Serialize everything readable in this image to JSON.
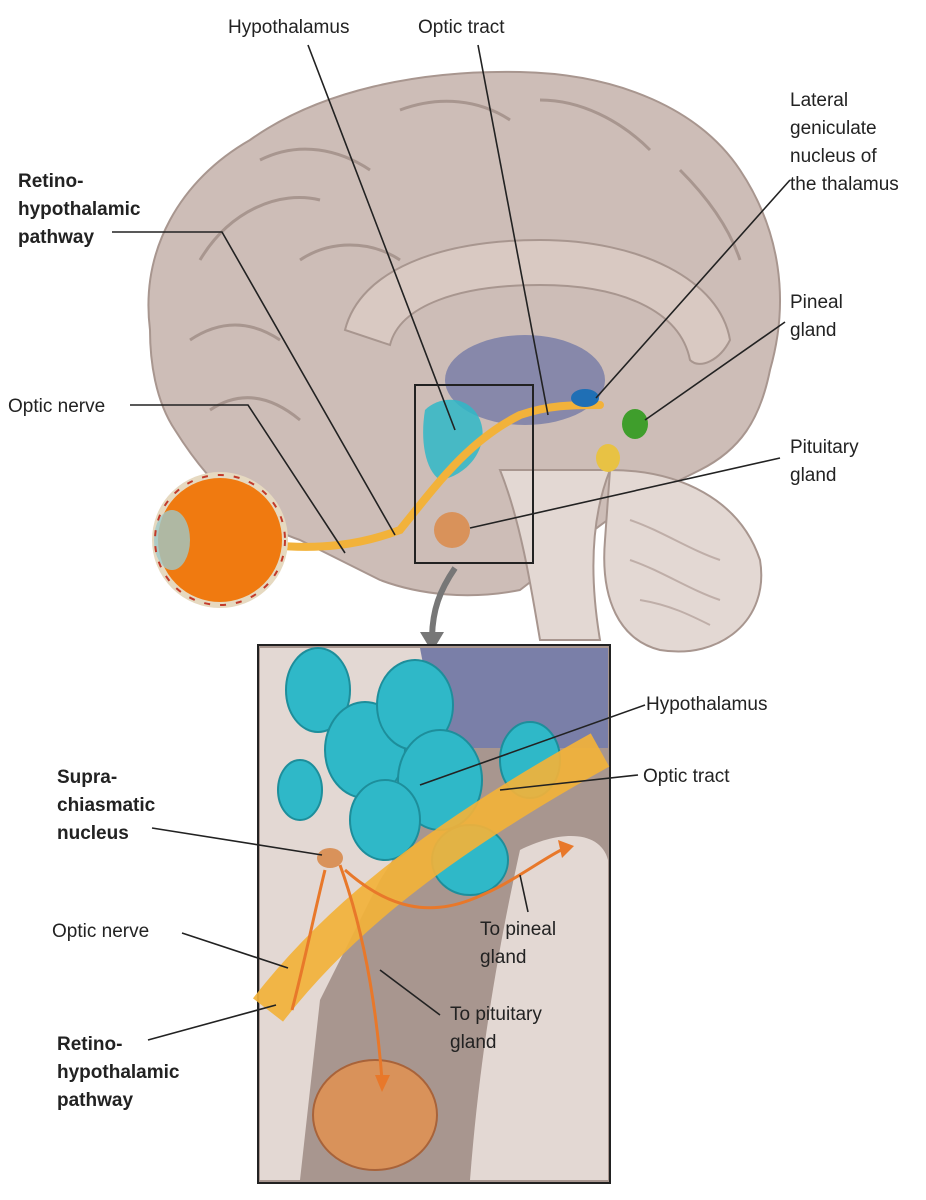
{
  "colors": {
    "brain": "#cdbdb7",
    "brain_dark": "#a8968f",
    "brain_light": "#e3d8d3",
    "hypothalamus": "#2fb8c8",
    "optic_pathway": "#f2b23a",
    "eye_iris": "#f07a10",
    "corpus_callosum": "#7a7fa8",
    "lgn": "#1f6fb5",
    "pineal": "#3f9e2c",
    "pituitary": "#d9925a",
    "arrow": "#e8782a"
  },
  "labels": {
    "hypothalamus_top": "Hypothalamus",
    "optic_tract_top": "Optic tract",
    "lgn_line1": "Lateral",
    "lgn_line2": "geniculate",
    "lgn_line3": "nucleus of",
    "lgn_line4": "the thalamus",
    "rhp_top_line1": "Retino-",
    "rhp_top_line2": "hypothalamic",
    "rhp_top_line3": "pathway",
    "pineal_line1": "Pineal",
    "pineal_line2": "gland",
    "optic_nerve_top": "Optic nerve",
    "pituitary_line1": "Pituitary",
    "pituitary_line2": "gland",
    "hypothalamus_inset": "Hypothalamus",
    "optic_tract_inset": "Optic tract",
    "scn_line1": "Supra-",
    "scn_line2": "chiasmatic",
    "scn_line3": "nucleus",
    "optic_nerve_inset": "Optic nerve",
    "to_pineal_line1": "To pineal",
    "to_pineal_line2": "gland",
    "to_pituitary_line1": "To pituitary",
    "to_pituitary_line2": "gland",
    "rhp_inset_line1": "Retino-",
    "rhp_inset_line2": "hypothalamic",
    "rhp_inset_line3": "pathway"
  }
}
